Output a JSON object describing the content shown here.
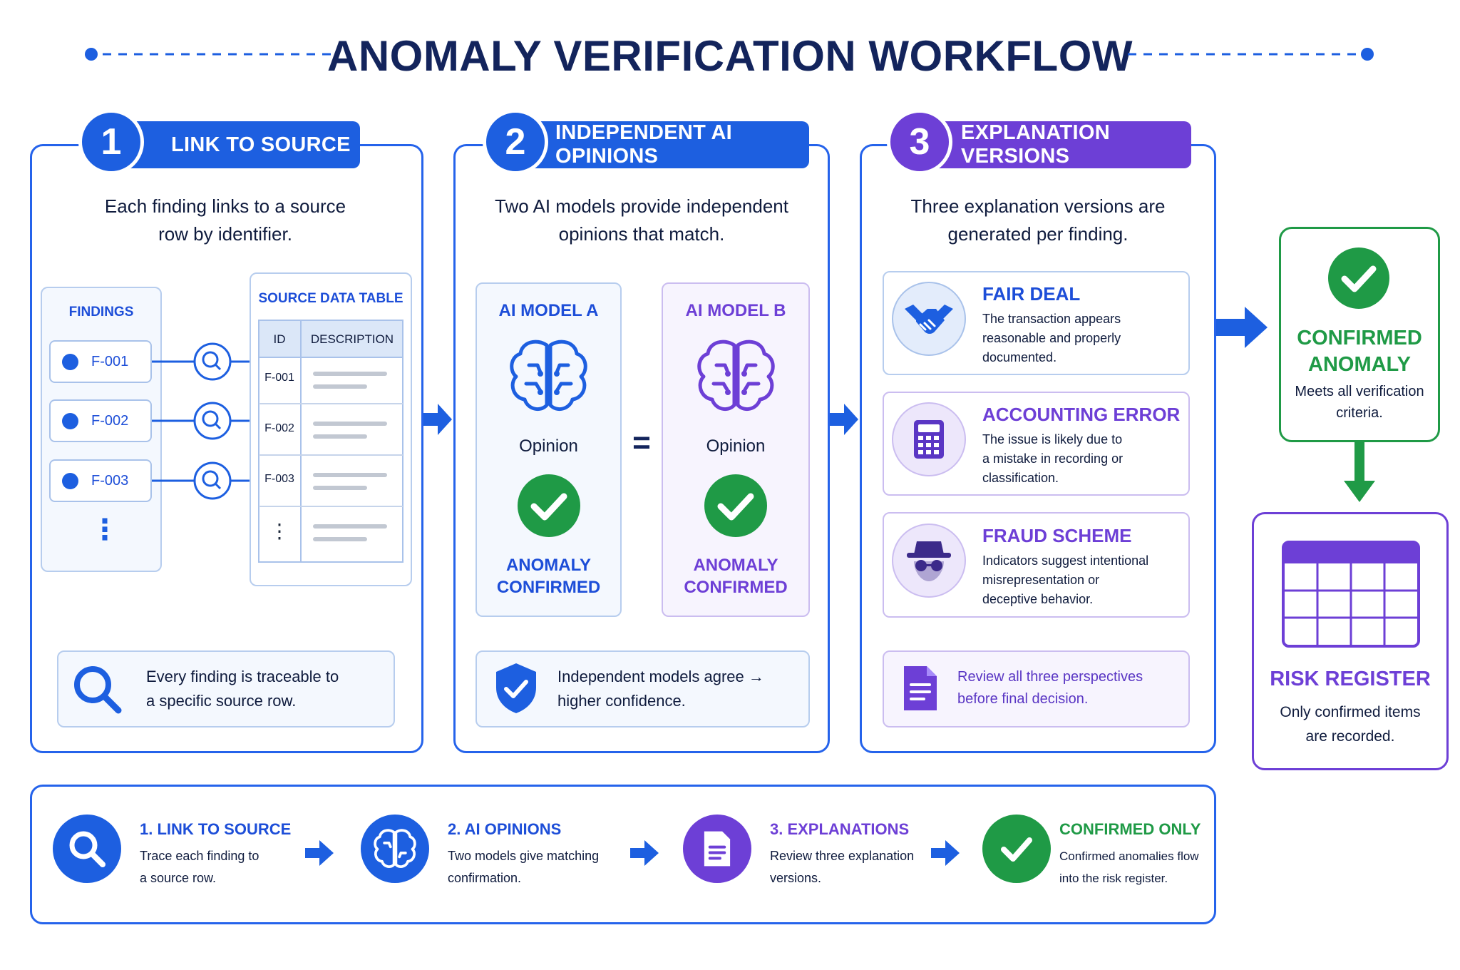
{
  "title": "ANOMALY VERIFICATION WORKFLOW",
  "colors": {
    "blue": "#1d5fe0",
    "navy": "#13245c",
    "purple": "#6d3fd6",
    "green": "#1f9a46"
  },
  "step1": {
    "number": "1",
    "label": "LINK TO SOURCE",
    "desc_line1": "Each finding links to a source",
    "desc_line2": "row by identifier.",
    "findings_label": "FINDINGS",
    "findings": [
      "F-001",
      "F-002",
      "F-003"
    ],
    "more": "⋮",
    "table_label": "SOURCE DATA TABLE",
    "table_headers": [
      "ID",
      "DESCRIPTION"
    ],
    "table_rows": [
      "F-001",
      "F-002",
      "F-003"
    ],
    "table_more": "⋮",
    "note_line1": "Every finding is traceable to",
    "note_line2": "a specific source row.",
    "icon": "magnifier-icon"
  },
  "step2": {
    "number": "2",
    "label": "INDEPENDENT AI OPINIONS",
    "desc_line1": "Two AI models provide independent",
    "desc_line2": "opinions that match.",
    "model_a": {
      "title": "AI MODEL A",
      "opinion": "Opinion",
      "result_line1": "ANOMALY",
      "result_line2": "CONFIRMED"
    },
    "model_b": {
      "title": "AI MODEL B",
      "opinion": "Opinion",
      "result_line1": "ANOMALY",
      "result_line2": "CONFIRMED"
    },
    "equals": "=",
    "note_line1": "Independent models agree →",
    "note_line2": "higher confidence.",
    "icon": "brain-icon"
  },
  "step3": {
    "number": "3",
    "label": "EXPLANATION VERSIONS",
    "desc_line1": "Three explanation versions are",
    "desc_line2": "generated per finding.",
    "versions": [
      {
        "title": "FAIR DEAL",
        "lines": [
          "The transaction appears",
          "reasonable and properly",
          "documented."
        ],
        "icon": "handshake-icon"
      },
      {
        "title": "ACCOUNTING ERROR",
        "lines": [
          "The issue is likely due to",
          "a mistake in recording or",
          "classification."
        ],
        "icon": "calculator-icon"
      },
      {
        "title": "FRAUD SCHEME",
        "lines": [
          "Indicators suggest intentional",
          "misrepresentation or",
          "deceptive behavior."
        ],
        "icon": "spy-icon"
      }
    ],
    "note_line1": "Review all three perspectives",
    "note_line2": "before final decision."
  },
  "confirmed": {
    "title_line1": "CONFIRMED",
    "title_line2": "ANOMALY",
    "desc_line1": "Meets all verification",
    "desc_line2": "criteria."
  },
  "register": {
    "title": "RISK REGISTER",
    "desc_line1": "Only confirmed items",
    "desc_line2": "are recorded."
  },
  "summary": [
    {
      "title": "1. LINK TO SOURCE",
      "line1": "Trace each finding to",
      "line2": "a source row."
    },
    {
      "title": "2. AI OPINIONS",
      "line1": "Two models give matching",
      "line2": "confirmation."
    },
    {
      "title": "3.  EXPLANATIONS",
      "line1": "Review three explanation",
      "line2": "versions."
    },
    {
      "title": "CONFIRMED ONLY",
      "line1": "Confirmed anomalies flow",
      "line2": "into the risk register."
    }
  ]
}
